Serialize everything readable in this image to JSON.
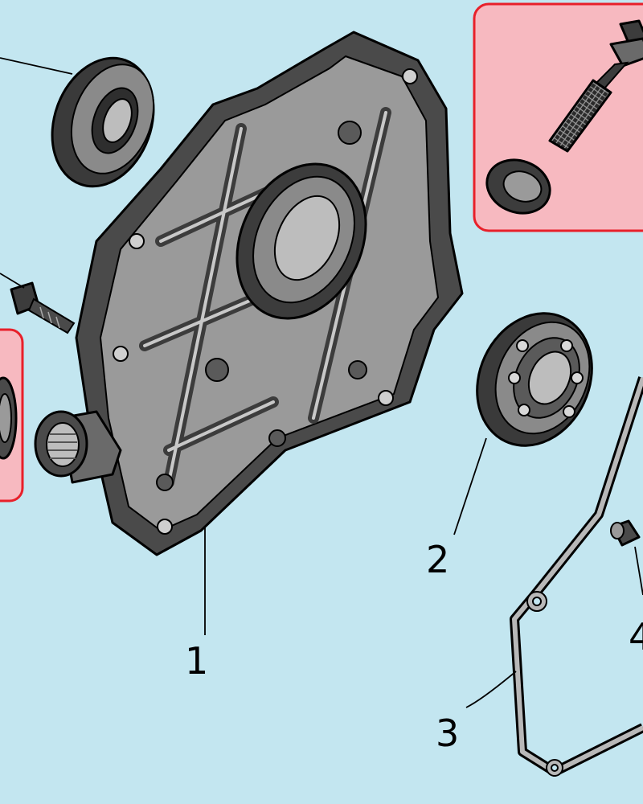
{
  "colors": {
    "background": "#c3e6f0",
    "highlight_fill": "#f7b9c0",
    "highlight_border": "#e8202a",
    "part_dark": "#3c3c3c",
    "part_mid": "#7d7d7d",
    "part_light": "#bdbdbd"
  },
  "labels": {
    "part_1": "1",
    "part_2": "2",
    "part_3": "3",
    "part_4": "4"
  }
}
